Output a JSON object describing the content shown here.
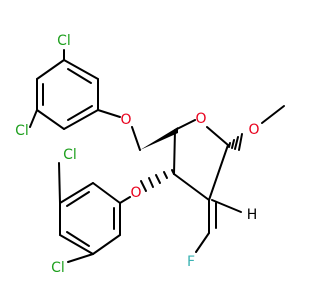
{
  "molecule": {
    "atom_labels": {
      "cl_top_ring_upper": "Cl",
      "cl_top_ring_lower": "Cl",
      "o_aryloxymethyl": "O",
      "o_ring": "O",
      "o_methoxy": "O",
      "cl_bottom_ring_upper": "Cl",
      "o_aryloxy": "O",
      "cl_bottom_ring_lower": "Cl",
      "fluorine": "F",
      "h_vinyl": "H"
    }
  },
  "colors": {
    "bond": "#000000",
    "chlorine": "#1fa01f",
    "oxygen": "#e8001c",
    "fluorine": "#3bb3b3",
    "hydrogen": "#000000"
  }
}
